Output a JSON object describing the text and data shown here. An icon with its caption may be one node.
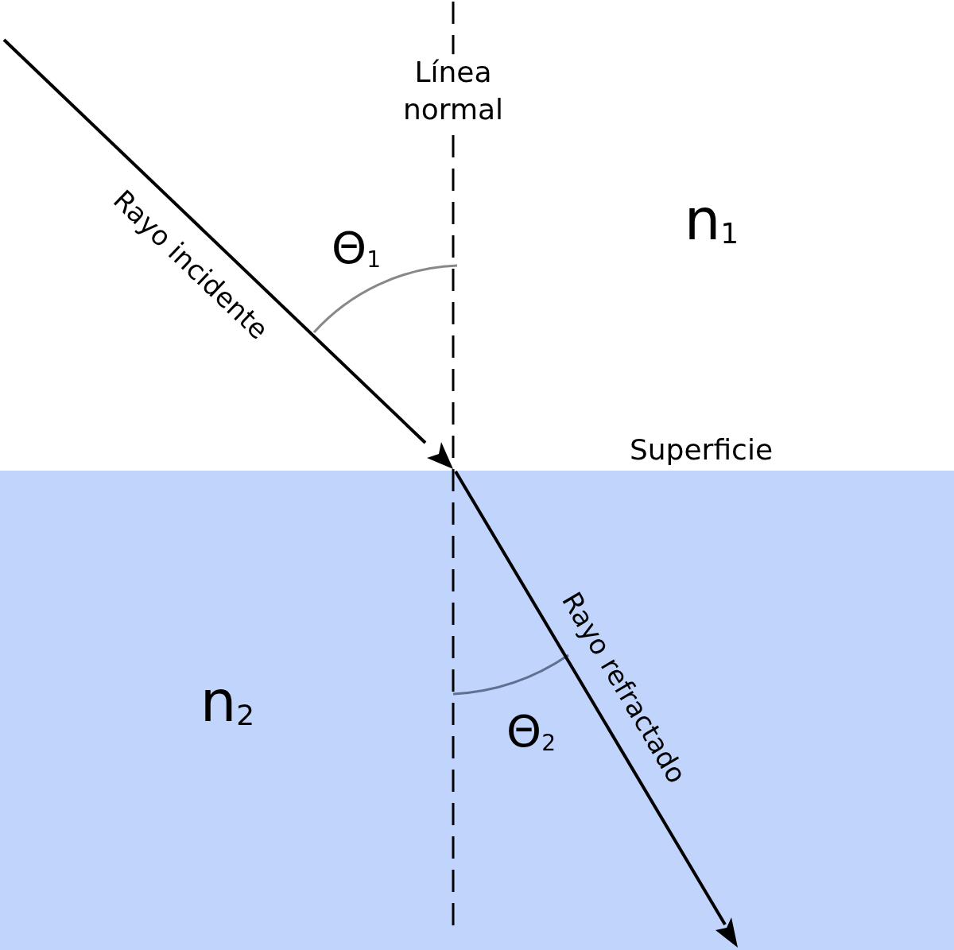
{
  "diagram": {
    "nodes": [
      {
        "text": [
          "n$_{2}$"
        ]
      }
    ],
    "labels": [
      "Línea normal",
      "Θ$_{1}$",
      "n$_{1}$",
      "Rayo incidente",
      "Superficie",
      "Rayo refractado",
      "Θ$_{2}$"
    ]
  }
}
